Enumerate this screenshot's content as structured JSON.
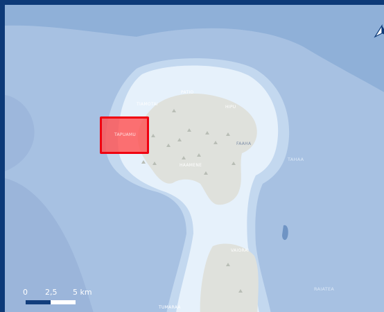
{
  "map": {
    "labels": {
      "top_center": "PATIO",
      "northwest": "TIAMOTAI",
      "northeast": "HIPU",
      "selected": "TAPUAMU",
      "east": "FAAHA",
      "central": "HAAMENE",
      "south": "VAIORAI",
      "sea_east": "TAHAA",
      "sea_southeast": "RAIATEA",
      "bottom": "TUMARAA"
    },
    "scale_bar": {
      "tick_0": "0",
      "tick_1": "2,5",
      "tick_2": "5 km"
    },
    "north_arrow": {
      "icon": "north-arrow-icon"
    },
    "colors": {
      "frame": "#0d3a78",
      "deep_water": "#8fb0d8",
      "shallow_water": "#bdd3ec",
      "lagoon": "#e6f1fb",
      "land": "#dfe1dc",
      "selection": "#f00010"
    }
  }
}
